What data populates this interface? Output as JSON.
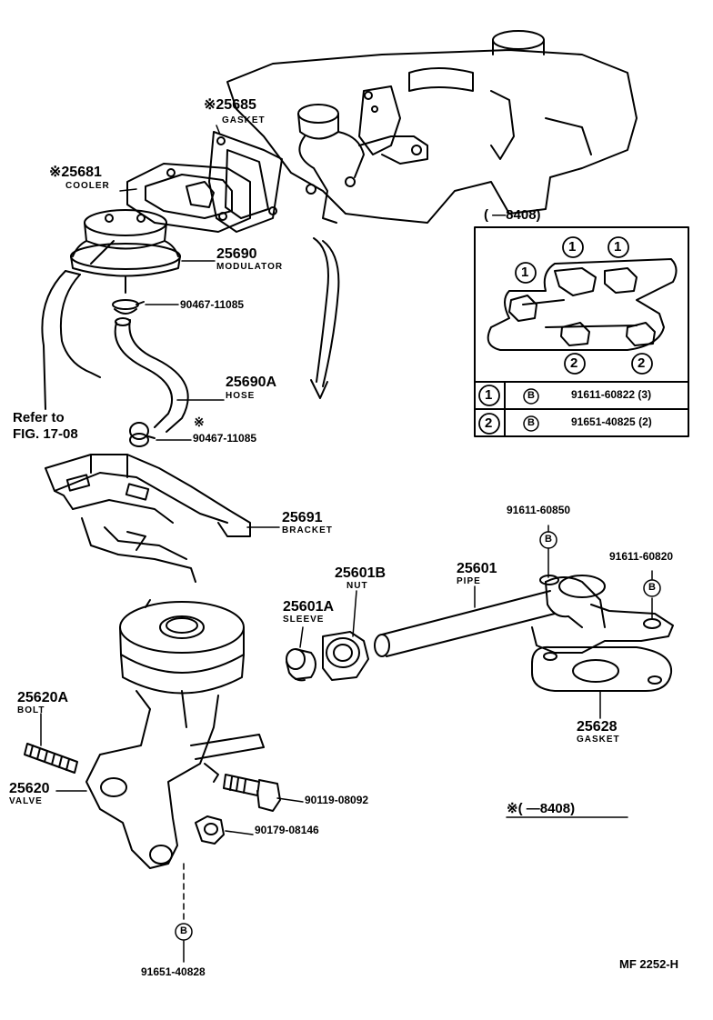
{
  "note_mark": "※",
  "bolt_circle_letter": "B",
  "parts": {
    "p25685": {
      "number": "25685",
      "name": "GASKET"
    },
    "p25681": {
      "number": "25681",
      "name": "COOLER"
    },
    "p25690": {
      "number": "25690",
      "name": "MODULATOR"
    },
    "p90467a": {
      "number": "90467-11085"
    },
    "p25690a": {
      "number": "25690A",
      "name": "HOSE"
    },
    "p90467b": {
      "number": "90467-11085"
    },
    "p25691": {
      "number": "25691",
      "name": "BRACKET"
    },
    "p25601b": {
      "number": "25601B",
      "name": "NUT"
    },
    "p25601": {
      "number": "25601",
      "name": "PIPE"
    },
    "p25601a": {
      "number": "25601A",
      "name": "SLEEVE"
    },
    "p25620a": {
      "number": "25620A",
      "name": "BOLT"
    },
    "p25620": {
      "number": "25620",
      "name": "VALVE"
    },
    "p90119": {
      "number": "90119-08092"
    },
    "p90179": {
      "number": "90179-08146"
    },
    "p91651_40828": {
      "number": "91651-40828"
    },
    "p91611_60850": {
      "number": "91611-60850"
    },
    "p91611_60820": {
      "number": "91611-60820"
    },
    "p25628": {
      "number": "25628",
      "name": "GASKET"
    }
  },
  "refer": {
    "line1": "Refer to",
    "line2": "FIG. 17-08"
  },
  "inset": {
    "range": "(      —8408)",
    "rows": [
      {
        "circle": "1",
        "mark": "B",
        "part": "91611-60822 (3)"
      },
      {
        "circle": "2",
        "mark": "B",
        "part": "91651-40825 (2)"
      }
    ]
  },
  "footnote": "※(        —8408)",
  "drawing_code": "MF  2252-H"
}
